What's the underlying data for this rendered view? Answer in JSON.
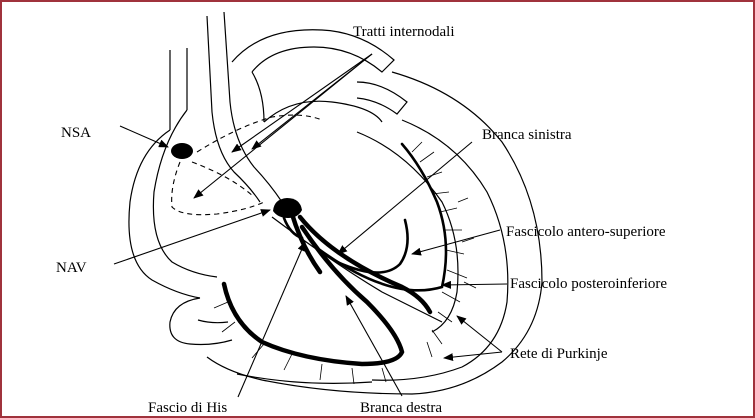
{
  "labels": {
    "tratti": "Tratti internodali",
    "nsa": "NSA",
    "branca_sinistra": "Branca sinistra",
    "nav": "NAV",
    "fascicolo_antero": "Fascicolo antero-superiore",
    "fascicolo_postero": "Fascicolo posteroinferiore",
    "rete": "Rete di Purkinje",
    "fascio_his": "Fascio di His",
    "branca_destra": "Branca destra"
  },
  "colors": {
    "frame": "#a0323c",
    "ink": "#000000"
  }
}
